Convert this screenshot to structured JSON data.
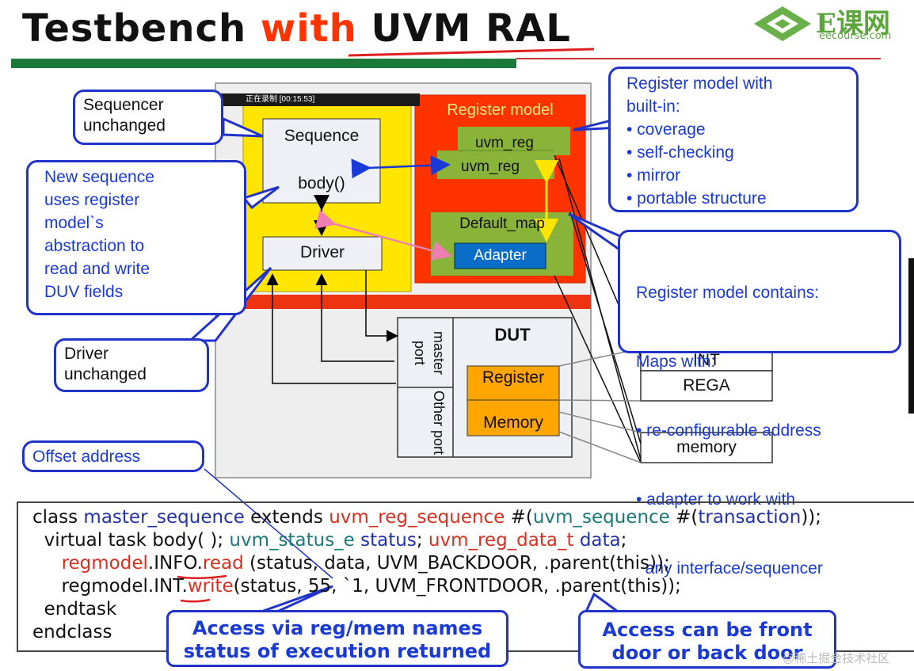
{
  "title": {
    "part1": "Testbench ",
    "part2": "with",
    "part3": " UVM RAL"
  },
  "logo": {
    "text": "E课网",
    "sub": "eecourse.com"
  },
  "recorder": {
    "text": "正在录制 [00:15:53]"
  },
  "callouts": {
    "sequencer": [
      "Sequencer",
      "unchanged"
    ],
    "new_sequence": [
      "New sequence",
      "uses register",
      "model`s",
      "abstraction to",
      "read and write",
      "DUV fields"
    ],
    "driver_unchanged": [
      "Driver",
      "unchanged"
    ],
    "offset": "Offset address",
    "reg_model_builtin": {
      "title": [
        "Register model with",
        "built-in:"
      ],
      "items": [
        "• coverage",
        "• self-checking",
        "• mirror",
        "• portable structure"
      ]
    },
    "reg_model_contains": {
      "title": [
        "Register model contains:",
        "Maps with:"
      ],
      "items": [
        "• re-configurable address",
        "• adapter to work with",
        "  any interface/sequencer"
      ]
    }
  },
  "diagram": {
    "sequence": "Sequence",
    "body": "body()",
    "driver": "Driver",
    "register_model": "Register model",
    "uvm_reg_back": "uvm_reg",
    "uvm_reg_front": "uvm_reg",
    "default_map": "Default_map",
    "adapter": "Adapter",
    "dut": "DUT",
    "master_port": "master port",
    "other_port": "Other port",
    "register": "Register",
    "memory": "Memory",
    "int_label": "INT",
    "rega": "REGA",
    "memory_box": "memory"
  },
  "code": {
    "line1": {
      "a": "class ",
      "b": "master_sequence",
      "c": " extends ",
      "d": "uvm_reg_sequence",
      "e": " #(",
      "f": "uvm_sequence",
      "g": " #(",
      "h": "transaction",
      "i": "));"
    },
    "line2": {
      "a": "  virtual task body( ); ",
      "b": "uvm_status_e",
      "c": " ",
      "d": "status",
      "e": "; ",
      "f": "uvm_reg_data_t",
      "g": " ",
      "h": "data",
      "i": ";"
    },
    "line3": {
      "a": "     ",
      "b": "regmodel",
      "c": ".INFO.",
      "d": "read",
      "e": " (status, data, UVM_BACKDOOR, .parent(this));"
    },
    "line4": {
      "a": "     regmodel.",
      "b": "INT",
      "c": ".",
      "d": "write",
      "e": "(status, 55, `1, UVM_FRONTDOOR, .parent(this));"
    },
    "line5": "  endtask",
    "line6": "endclass"
  },
  "access": {
    "left": [
      "Access via reg/mem names",
      "status of execution returned"
    ],
    "right": [
      "Access can be front",
      "door or back door"
    ]
  },
  "watermark": "@稀土掘金技术社区",
  "colors": {
    "callout_border": "#2233cc",
    "callout_text": "#1a3ad8",
    "yellow": "#ffe500",
    "red": "#ff3300",
    "green": "#8ab33a",
    "adapter": "#0a6ec8",
    "orange": "#ffa500"
  }
}
